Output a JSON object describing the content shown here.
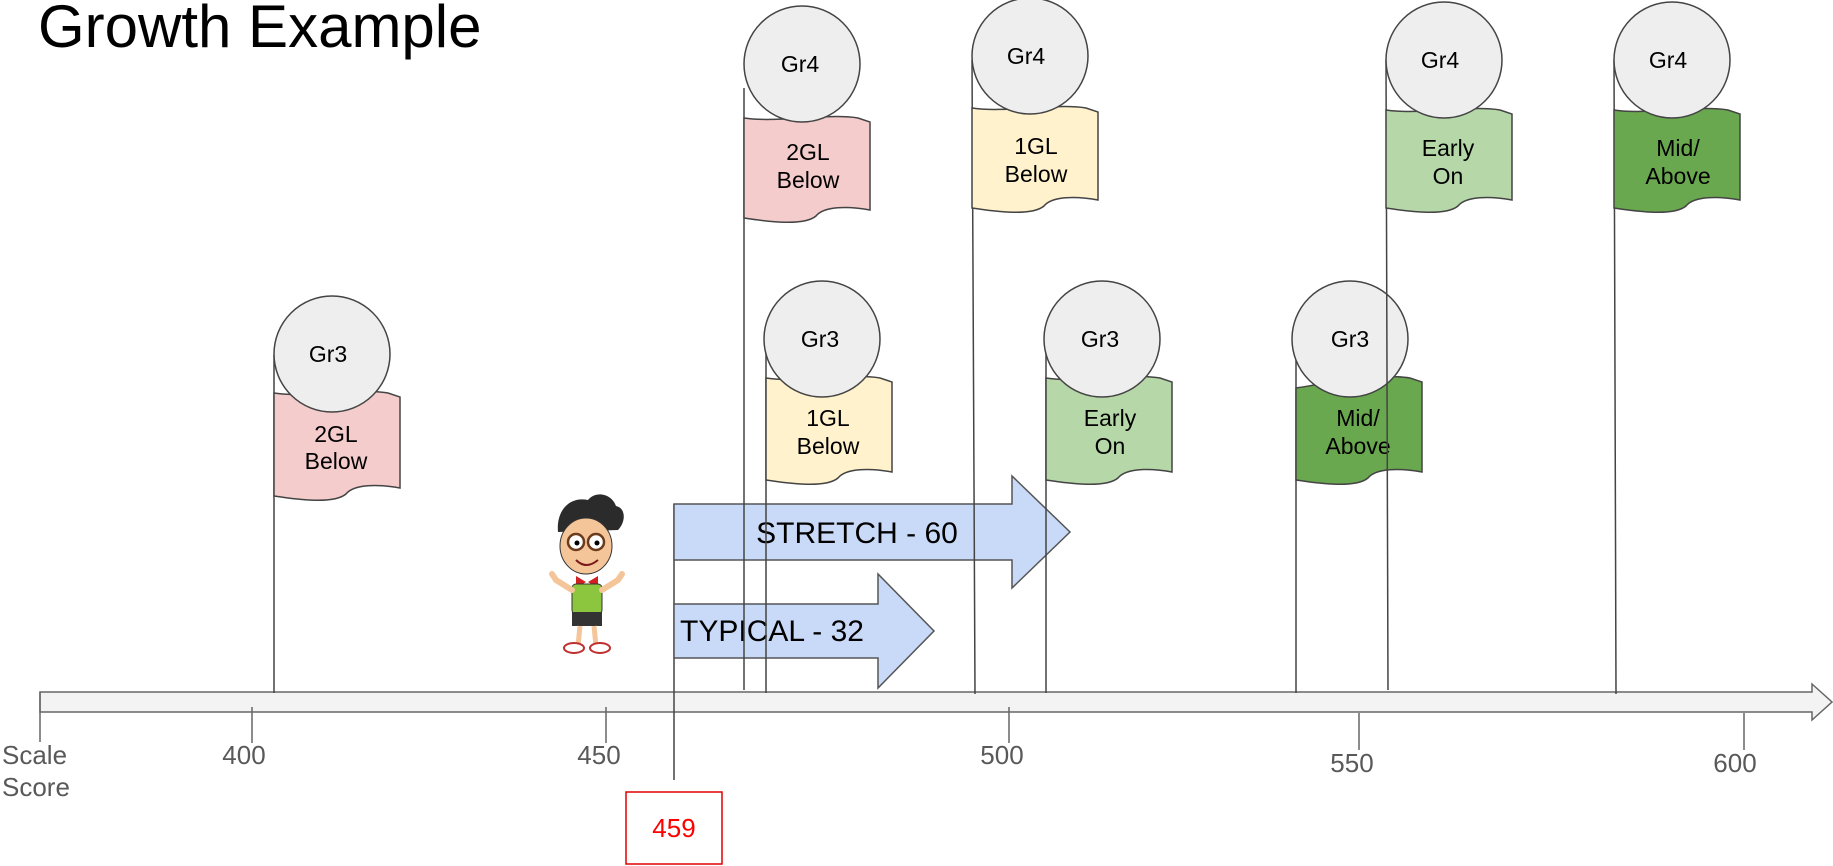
{
  "title": "Growth Example",
  "axis": {
    "label_line1": "Scale",
    "label_line2": "Score",
    "ticks": [
      "400",
      "450",
      "500",
      "550",
      "600"
    ]
  },
  "student": {
    "score": "459",
    "score_color": "#ff0000"
  },
  "arrows": [
    {
      "label": "STRETCH - 60",
      "fill": "#c9daf8"
    },
    {
      "label": "TYPICAL - 32",
      "fill": "#c9daf8"
    }
  ],
  "flags": [
    {
      "grade": "Gr3",
      "line1": "2GL",
      "line2": "Below",
      "fill": "#f4cccc"
    },
    {
      "grade": "Gr3",
      "line1": "1GL",
      "line2": "Below",
      "fill": "#fff2cc"
    },
    {
      "grade": "Gr3",
      "line1": "Early",
      "line2": "On",
      "fill": "#b6d7a8"
    },
    {
      "grade": "Gr3",
      "line1": "Mid/",
      "line2": "Above",
      "fill": "#6aa84f"
    },
    {
      "grade": "Gr4",
      "line1": "2GL",
      "line2": "Below",
      "fill": "#f4cccc"
    },
    {
      "grade": "Gr4",
      "line1": "1GL",
      "line2": "Below",
      "fill": "#fff2cc"
    },
    {
      "grade": "Gr4",
      "line1": "Early",
      "line2": "On",
      "fill": "#b6d7a8"
    },
    {
      "grade": "Gr4",
      "line1": "Mid/",
      "line2": "Above",
      "fill": "#6aa84f"
    }
  ],
  "colors": {
    "line": "#444444",
    "circle_fill": "#eeeeee",
    "axis_fill": "#f3f3f3",
    "tick_text": "#595959"
  }
}
